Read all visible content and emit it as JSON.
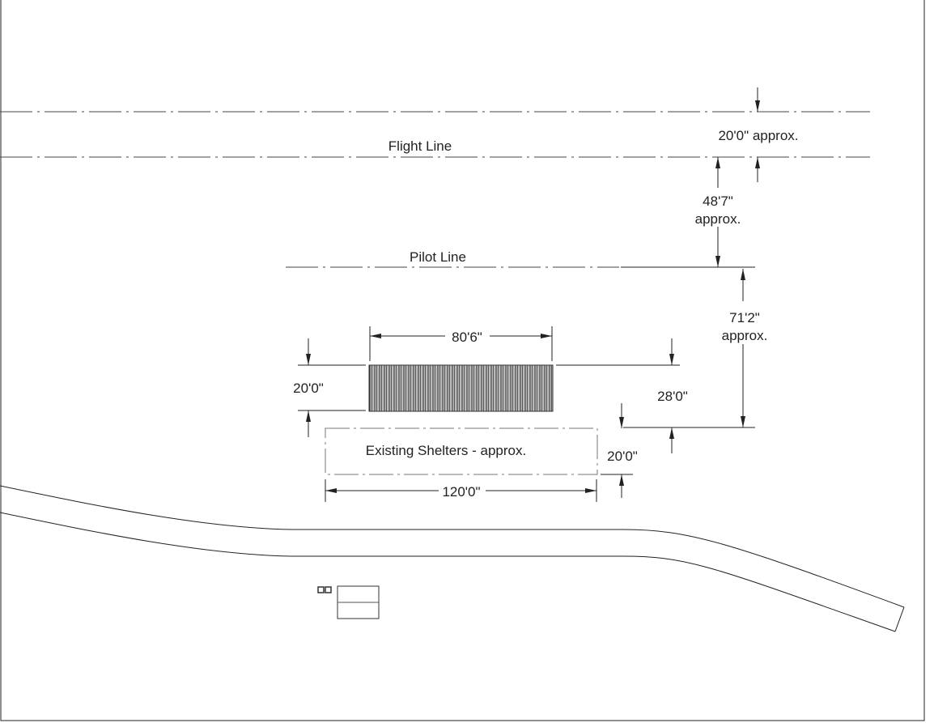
{
  "labels": {
    "flight_line": "Flight Line",
    "pilot_line": "Pilot Line",
    "existing_shelters": "Existing Shelters - approx."
  },
  "dimensions": {
    "flight_line_width": "20'0\" approx.",
    "flight_to_pilot": "48'7\"",
    "flight_to_pilot_note": "approx.",
    "pilot_to_shelters": "71'2\"",
    "pilot_to_shelters_note": "approx.",
    "new_shelter_length": "80'6\"",
    "new_shelter_depth": "20'0\"",
    "new_shelter_offset": "28'0\"",
    "existing_depth": "20'0\"",
    "existing_length": "120'0\""
  }
}
